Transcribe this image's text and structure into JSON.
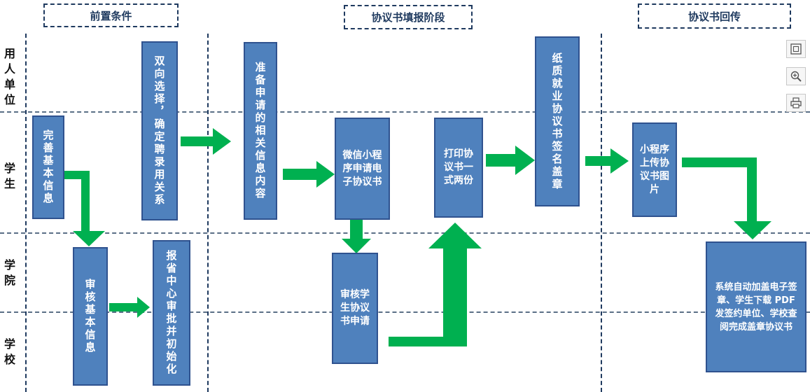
{
  "phases": {
    "pre": "前置条件",
    "fill": "协议书填报阶段",
    "return": "协议书回传"
  },
  "lanes": {
    "employer": "用人单位",
    "student": "学生",
    "college": "学院",
    "school": "学校"
  },
  "boxes": {
    "complete_info": "完善基本信息",
    "mutual_select": "双向选择，确定聘录用关系",
    "review_info": "审核基本信息",
    "report_center": "报省中心审批并初始化",
    "prepare_materials": "准备申请的相关信息内容",
    "wechat_apply": "微信小程序申请电子协议书",
    "review_agreement": "审核学生协议书申请",
    "print_two": "打印协议书一式两份",
    "paper_sign": "纸质就业协议书签名盖章",
    "upload_photo": "小程序上传协议书图片",
    "system_auto": "系统自动加盖电子签章、学生下载 PDF 发签约单位、学校查阅完成盖章协议书"
  },
  "toolbar": {
    "fit": "fit-page-icon",
    "zoom": "zoom-in-icon",
    "print": "print-icon"
  },
  "colors": {
    "box_fill": "#4f81bd",
    "box_border": "#2f528f",
    "arrow": "#00b050"
  }
}
